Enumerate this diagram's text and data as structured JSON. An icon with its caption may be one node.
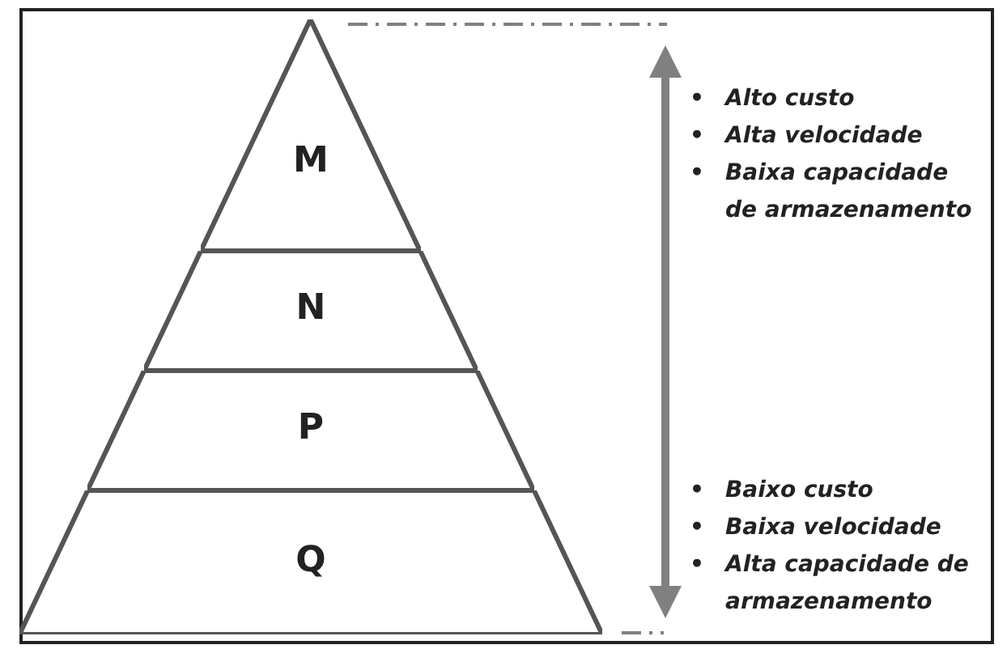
{
  "diagram": {
    "nodes": [
      {
        "text": [
          "M"
        ]
      },
      {
        "text": [
          "N"
        ]
      },
      {
        "text": [
          "P"
        ]
      },
      {
        "text": [
          "Q"
        ]
      }
    ],
    "labels": [
      "•",
      "Alto custo",
      "•",
      "Alta velocidade",
      "•",
      "Baixa capacidade de armazenamento",
      "•",
      "Baixo custo",
      "•",
      "Baixa velocidade",
      "•",
      "Alta capacidade de armazenamento"
    ]
  }
}
